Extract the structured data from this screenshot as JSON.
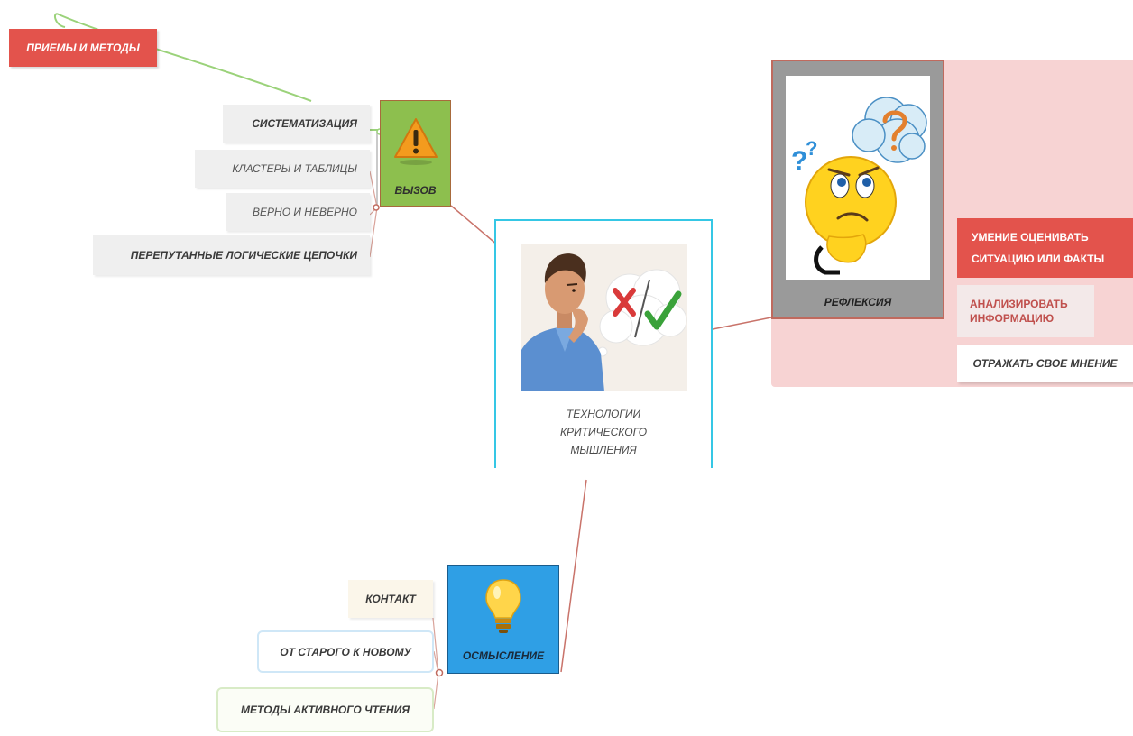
{
  "center": {
    "title_lines": [
      "ТЕХНОЛОГИИ",
      "КРИТИЧЕСКОГО",
      "МЫШЛЕНИЯ"
    ]
  },
  "top_label": "ПРИЕМЫ И МЕТОДЫ",
  "vyzov": {
    "label": "ВЫЗОВ",
    "icon": "warning-icon",
    "items": [
      "СИСТЕМАТИЗАЦИЯ",
      "КЛАСТЕРЫ И ТАБЛИЦЫ",
      "ВЕРНО И НЕВЕРНО",
      "ПЕРЕПУТАННЫЕ ЛОГИЧЕСКИЕ ЦЕПОЧКИ"
    ]
  },
  "refleksiya": {
    "label": "РЕФЛЕКСИЯ",
    "icon": "thinking-emoji-icon",
    "items": [
      {
        "lines": [
          "УМЕНИЕ ОЦЕНИВАТЬ",
          "СИТУАЦИЮ ИЛИ ФАКТЫ"
        ]
      },
      {
        "lines": [
          "АНАЛИЗИРОВАТЬ",
          "ИНФОРМАЦИЮ"
        ]
      },
      {
        "lines": [
          "ОТРАЖАТЬ СВОЕ МНЕНИЕ"
        ]
      }
    ]
  },
  "osmyslenie": {
    "label": "ОСМЫСЛЕНИЕ",
    "icon": "lightbulb-icon",
    "items": [
      "КОНТАКТ",
      "ОТ СТАРОГО К НОВОМУ",
      "МЕТОДЫ АКТИВНОГО ЧТЕНИЯ"
    ]
  },
  "colors": {
    "red": "#e3534c",
    "green": "#8dbf4e",
    "blue": "#2f9fe5",
    "cyan": "#35c7e5",
    "pink": "#f7d3d3"
  }
}
